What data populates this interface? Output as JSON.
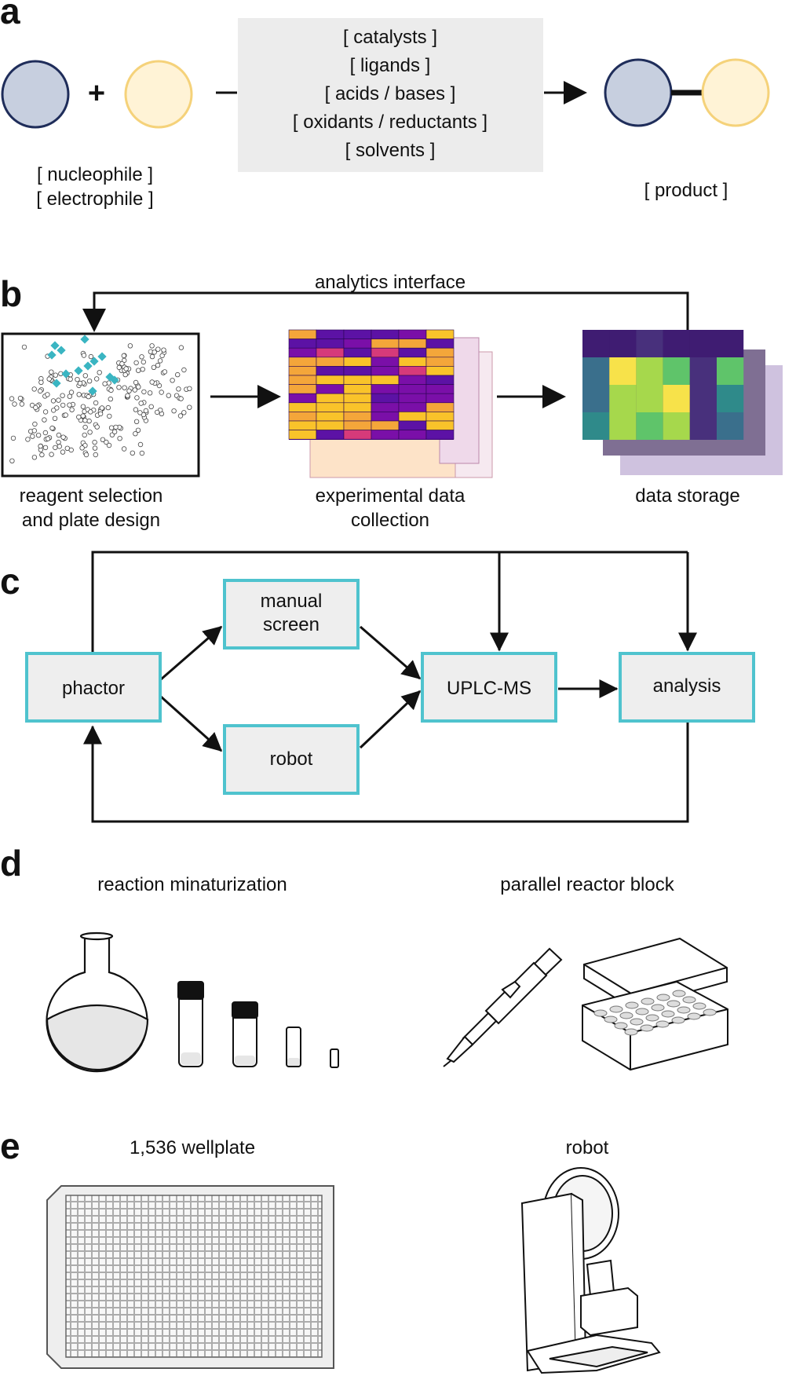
{
  "panels": {
    "a": "a",
    "b": "b",
    "c": "c",
    "d": "d",
    "e": "e"
  },
  "colors": {
    "nucleophile_fill": "#c7cfdf",
    "nucleophile_stroke": "#1f2d5a",
    "electrophile_fill": "#fff3d6",
    "electrophile_stroke": "#f5d27a",
    "reaction_box": "#ececec",
    "box_outline": "#4fc3ce",
    "highlight_points": "#3ab5c2"
  },
  "panel_a": {
    "plus": "+",
    "conditions": [
      "[ catalysts ]",
      "[ ligands ]",
      "[ acids / bases ]",
      "[ oxidants / reductants ]",
      "[ solvents ]"
    ],
    "reactant_labels": [
      "[ nucleophile ]",
      "[ electrophile ]"
    ],
    "product_label": "[ product ]"
  },
  "panel_b": {
    "loop_label": "analytics interface",
    "captions": {
      "reagent_l1": "reagent selection",
      "reagent_l2": "and plate design",
      "experimental_l1": "experimental data",
      "experimental_l2": "collection",
      "storage": "data storage"
    }
  },
  "panel_c": {
    "phactor": "phactor",
    "manual_l1": "manual",
    "manual_l2": "screen",
    "robot": "robot",
    "uplc": "UPLC-MS",
    "analysis": "analysis"
  },
  "panel_d": {
    "left_title": "reaction minaturization",
    "right_title": "parallel reactor block"
  },
  "panel_e": {
    "left_title": "1,536 wellplate",
    "right_title": "robot"
  }
}
